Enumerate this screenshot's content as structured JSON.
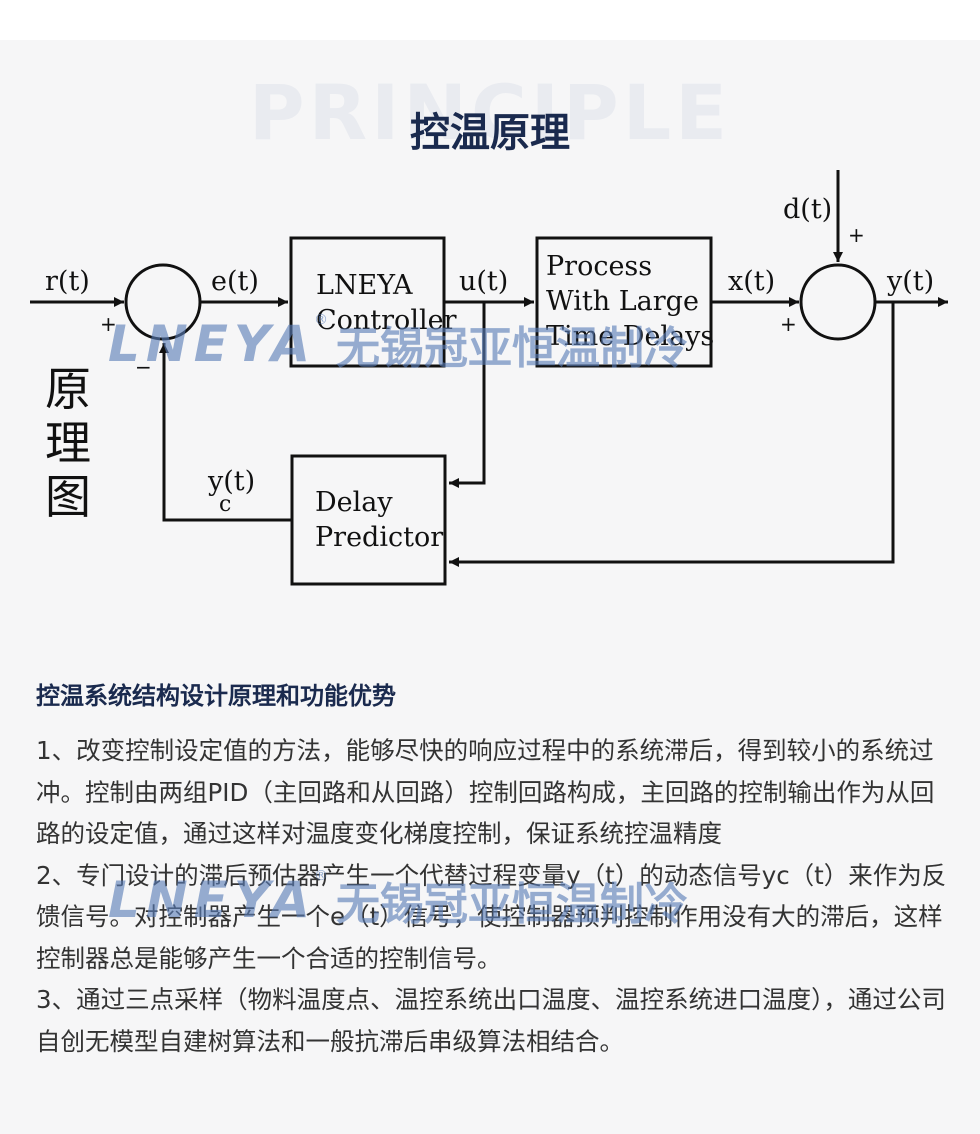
{
  "header": {
    "bg_word": "PRINCIPLE",
    "title": "控温原理"
  },
  "diagram": {
    "side_label": "原\n理\n图",
    "blocks": {
      "controller": [
        "LNEYA",
        "Controller"
      ],
      "process": [
        "Process",
        "With Large",
        "Time Delays"
      ],
      "predictor": [
        "Delay",
        "Predictor"
      ]
    },
    "signals": {
      "r": "r(t)",
      "e": "e(t)",
      "u": "u(t)",
      "x": "x(t)",
      "y": "y(t)",
      "d": "d(t)",
      "yc_main": "y(t)",
      "yc_sub": "c"
    },
    "signs": {
      "sum1_plus": "+",
      "sum1_minus": "−",
      "sum2_plus_left": "+",
      "sum2_plus_top": "+"
    }
  },
  "watermark": {
    "logo": "LNEYA",
    "registered": "®",
    "company": "无锡冠亚恒温制冷"
  },
  "content": {
    "heading": "控温系统结构设计原理和功能优势",
    "paragraphs": [
      "1、改变控制设定值的方法，能够尽快的响应过程中的系统滞后，得到较小的系统过冲。控制由两组PID（主回路和从回路）控制回路构成，主回路的控制输出作为从回路的设定值，通过这样对温度变化梯度控制，保证系统控温精度",
      "2、专门设计的滞后预估器产生一个代替过程变量y（t）的动态信号yc（t）来作为反馈信号。对控制器产生一个e（t）信号，使控制器预判控制作用没有大的滞后，这样控制器总是能够产生一个合适的控制信号。",
      "3、通过三点采样（物料温度点、温控系统出口温度、温控系统进口温度），通过公司自创无模型自建树算法和一般抗滞后串级算法相结合。"
    ]
  },
  "colors": {
    "title": "#1a2a4e",
    "watermark": "#587cb7",
    "card_bg": "#f6f6f7",
    "body_text": "#333333"
  }
}
